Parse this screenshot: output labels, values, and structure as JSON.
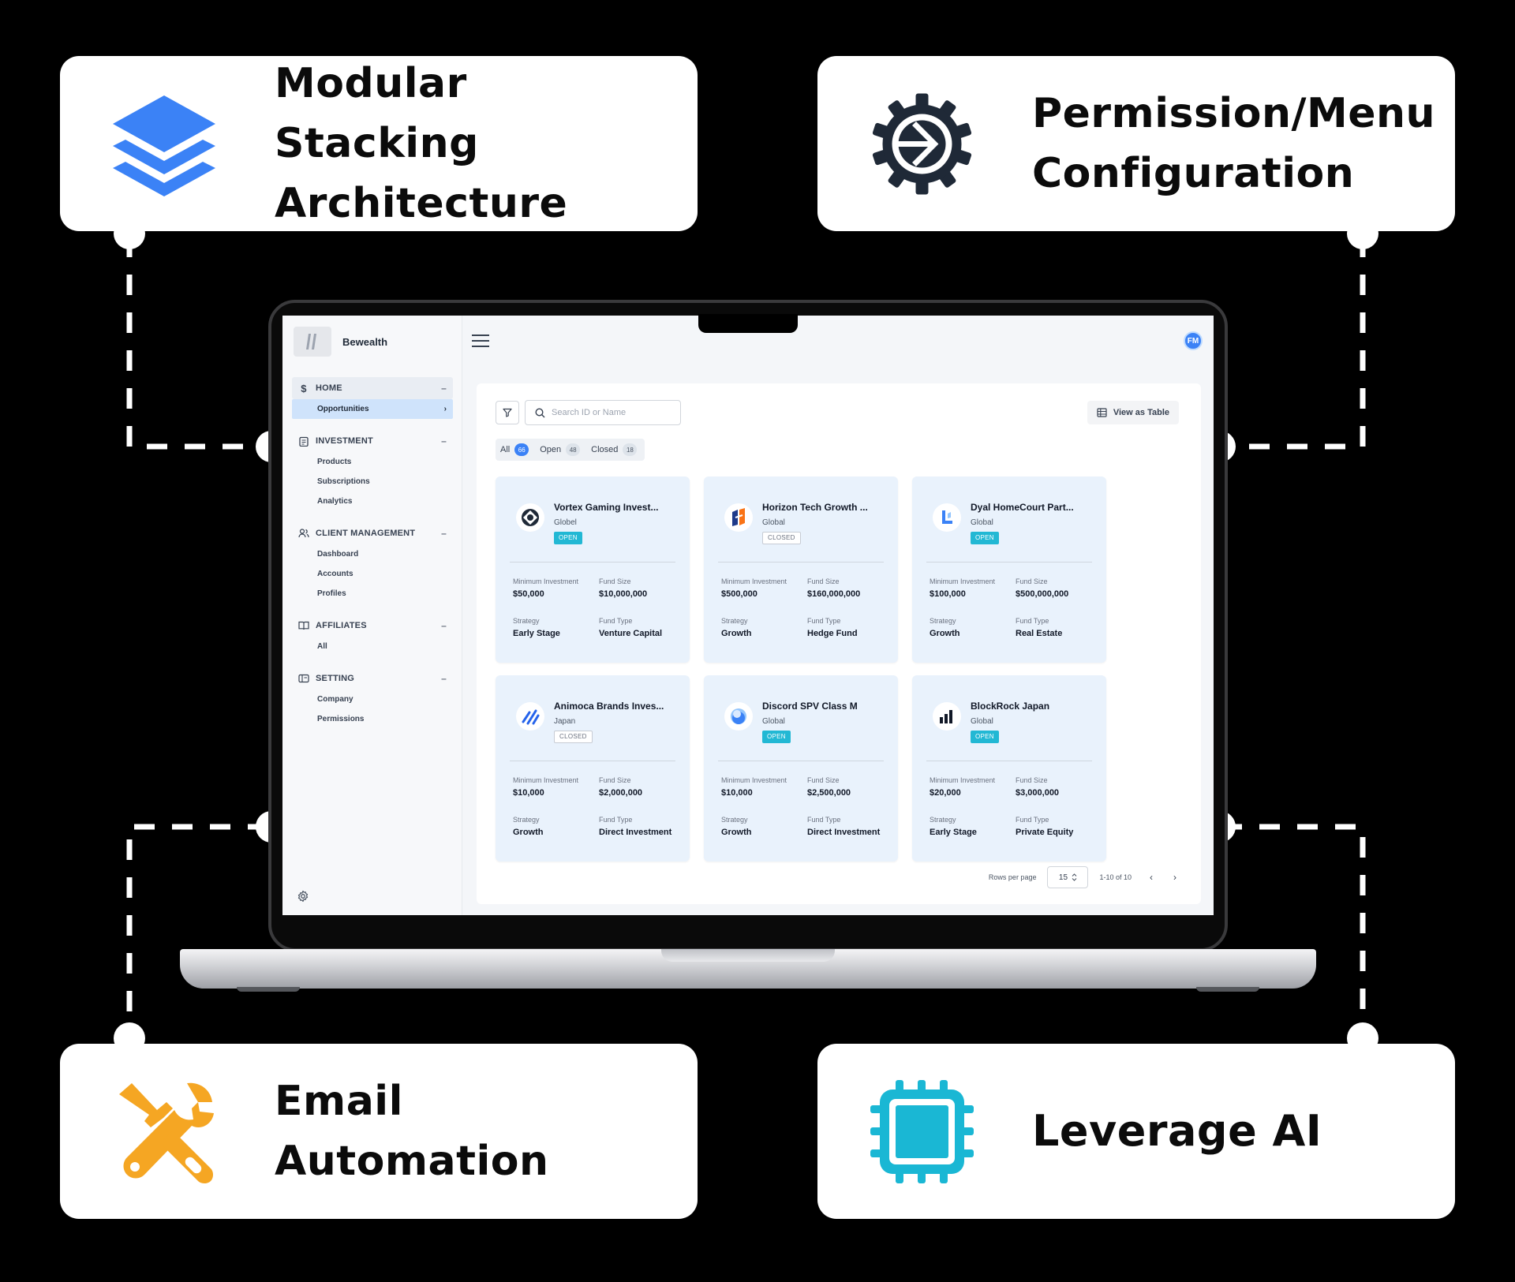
{
  "features": {
    "modular": {
      "line1": "Modular Stacking",
      "line2": "Architecture",
      "icon": "stacked-layers-icon",
      "color": "#3b82f6"
    },
    "permission": {
      "line1": "Permission/Menu",
      "line2": "Configuration",
      "icon": "gear-icon",
      "color": "#1f2937"
    },
    "email": {
      "line1": "Email",
      "line2": "Automation",
      "icon": "wrench-screwdriver-icon",
      "color": "#f5a623"
    },
    "ai": {
      "line1": "Leverage AI",
      "line2": "",
      "icon": "chip-icon",
      "color": "#1ab7d4"
    }
  },
  "app": {
    "brand": "Bewealth",
    "avatar": "FM",
    "sidebar": {
      "sections": [
        {
          "label": "HOME",
          "icon": "dollar-icon",
          "toggle": "–",
          "items": [
            {
              "label": "Opportunities",
              "active": true
            }
          ]
        },
        {
          "label": "INVESTMENT",
          "icon": "clipboard-icon",
          "toggle": "–",
          "items": [
            {
              "label": "Products"
            },
            {
              "label": "Subscriptions"
            },
            {
              "label": "Analytics"
            }
          ]
        },
        {
          "label": "CLIENT MANAGEMENT",
          "icon": "users-icon",
          "toggle": "–",
          "items": [
            {
              "label": "Dashboard"
            },
            {
              "label": "Accounts"
            },
            {
              "label": "Profiles"
            }
          ]
        },
        {
          "label": "AFFILIATES",
          "icon": "book-icon",
          "toggle": "–",
          "items": [
            {
              "label": "All"
            }
          ]
        },
        {
          "label": "SETTING",
          "icon": "card-icon",
          "toggle": "–",
          "items": [
            {
              "label": "Company"
            },
            {
              "label": "Permissions"
            }
          ]
        }
      ]
    },
    "search": {
      "placeholder": "Search ID or Name",
      "value": ""
    },
    "view_toggle": "View as Table",
    "tabs": [
      {
        "label": "All",
        "count": "66",
        "active": true
      },
      {
        "label": "Open",
        "count": "48"
      },
      {
        "label": "Closed",
        "count": "18"
      }
    ],
    "labels": {
      "min_investment": "Minimum Investment",
      "fund_size": "Fund Size",
      "strategy": "Strategy",
      "fund_type": "Fund Type"
    },
    "opportunities": [
      {
        "name": "Vortex Gaming Invest...",
        "region": "Globel",
        "status": "OPEN",
        "min_investment": "$50,000",
        "fund_size": "$10,000,000",
        "strategy": "Early Stage",
        "fund_type": "Venture Capital",
        "logo": "vortex-logo-icon"
      },
      {
        "name": "Horizon Tech Growth ...",
        "region": "Global",
        "status": "CLOSED",
        "min_investment": "$500,000",
        "fund_size": "$160,000,000",
        "strategy": "Growth",
        "fund_type": "Hedge Fund",
        "logo": "horizon-logo-icon"
      },
      {
        "name": "Dyal HomeCourt  Part...",
        "region": "Global",
        "status": "OPEN",
        "min_investment": "$100,000",
        "fund_size": "$500,000,000",
        "strategy": "Growth",
        "fund_type": "Real Estate",
        "logo": "dyal-logo-icon"
      },
      {
        "name": "Animoca Brands Inves...",
        "region": "Japan",
        "status": "CLOSED",
        "min_investment": "$10,000",
        "fund_size": "$2,000,000",
        "strategy": "Growth",
        "fund_type": "Direct Investment",
        "logo": "animoca-logo-icon"
      },
      {
        "name": "Discord SPV Class M",
        "region": "Global",
        "status": "OPEN",
        "min_investment": "$10,000",
        "fund_size": "$2,500,000",
        "strategy": "Growth",
        "fund_type": "Direct Investment",
        "logo": "discord-logo-icon"
      },
      {
        "name": "BlockRock Japan",
        "region": "Global",
        "status": "OPEN",
        "min_investment": "$20,000",
        "fund_size": "$3,000,000",
        "strategy": "Early Stage",
        "fund_type": "Private Equity",
        "logo": "blockrock-logo-icon"
      }
    ],
    "pagination": {
      "rows_label": "Rows per page",
      "rows_value": "15",
      "range": "1-10 of 10",
      "prev": "‹",
      "next": "›"
    }
  }
}
